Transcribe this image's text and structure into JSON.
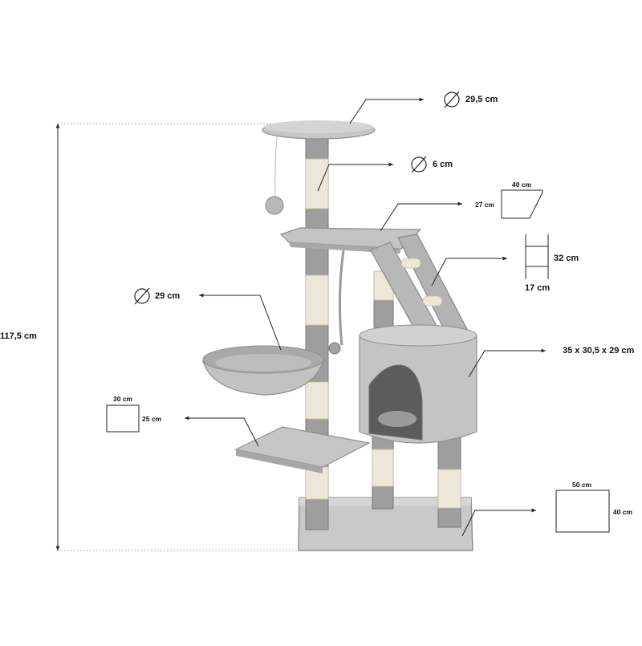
{
  "dimensions": {
    "total_height": "117,5 cm",
    "top_platform_diameter": "29,5 cm",
    "post_diameter": "6 cm",
    "hammock_diameter": "29 cm",
    "house_size": "35 x 30,5 x 29 cm",
    "upper_platform": {
      "width": "40 cm",
      "depth": "27 cm"
    },
    "ladder": {
      "height": "32 cm",
      "width": "17 cm"
    },
    "lower_platform": {
      "width": "30 cm",
      "depth": "25 cm"
    },
    "base": {
      "width": "50 cm",
      "depth": "40 cm"
    }
  },
  "colors": {
    "plush": "#c8c8c8",
    "plush_dark": "#8f8f8f",
    "sisal": "#ece7d8",
    "line": "#222222",
    "guide": "#9a9a9a"
  }
}
